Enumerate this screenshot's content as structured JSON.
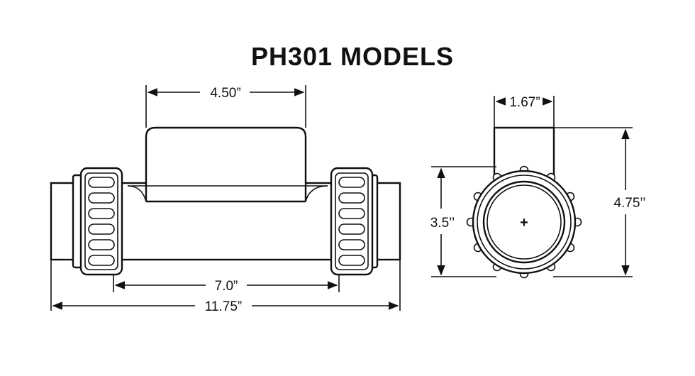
{
  "title": "PH301 MODELS",
  "side_view": {
    "dimensions": {
      "chamber_width": "4.50”",
      "inner_span": "7.0”",
      "overall_length": "11.75”"
    }
  },
  "end_view": {
    "dimensions": {
      "cap_width": "1.67”",
      "union_diameter": "3.5’’",
      "overall_height": "4.75’’"
    },
    "center_mark": "+"
  }
}
